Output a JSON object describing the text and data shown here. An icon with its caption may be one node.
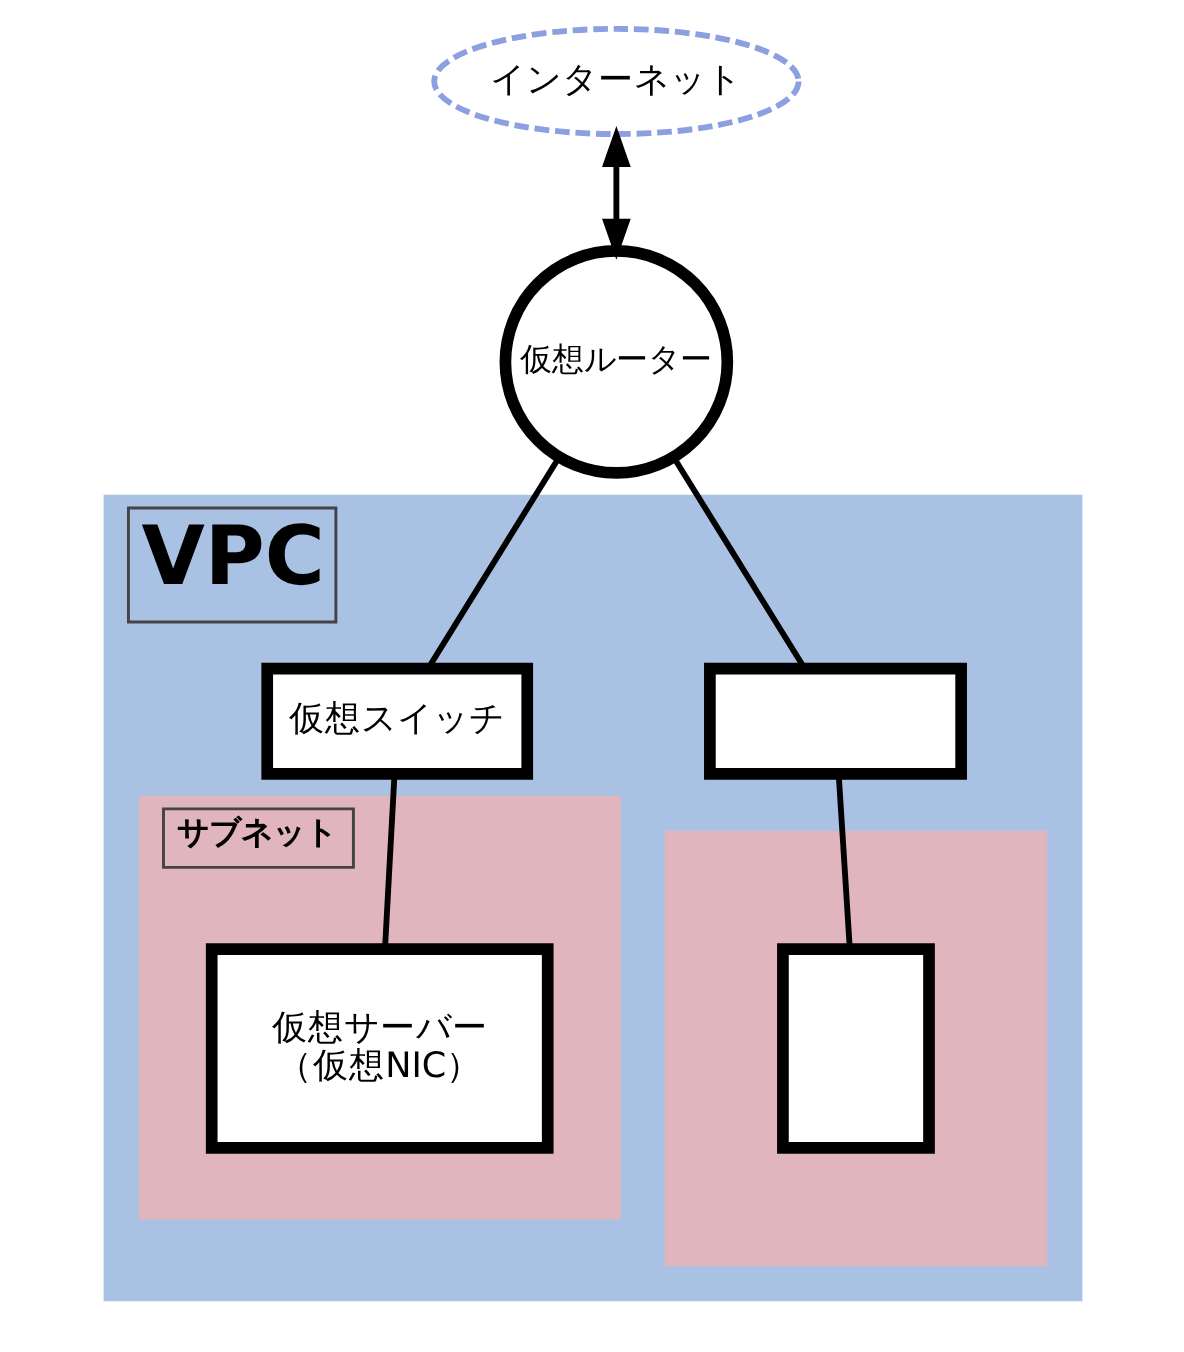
{
  "diagram": {
    "nodes": [
      {
        "text": [
          "インターネット"
        ]
      },
      {
        "text": [
          "仮想ルーター"
        ]
      },
      {
        "text": [
          "VPC"
        ]
      },
      {
        "text": [
          "サブネット"
        ],
        "in": 2
      },
      {
        "text": [
          "仮想スイッチ"
        ],
        "in": 2
      },
      {
        "text": [
          "仮想サーバー（仮想NIC）"
        ],
        "in": 3
      },
      {
        "text": [],
        "shape": "box",
        "in": 2
      },
      {
        "text": [],
        "shape": "box",
        "in": 2
      },
      {
        "text": [],
        "shape": "box",
        "in": 6
      }
    ],
    "edges": [
      {
        "from": 0,
        "to": 1,
        "arrow": "both"
      },
      {
        "from": 1,
        "to": 4,
        "arrow": "none"
      },
      {
        "from": 1,
        "to": 7,
        "arrow": "none"
      },
      {
        "from": 4,
        "to": 5,
        "arrow": "none"
      },
      {
        "from": 7,
        "to": 8,
        "arrow": "none"
      }
    ]
  }
}
